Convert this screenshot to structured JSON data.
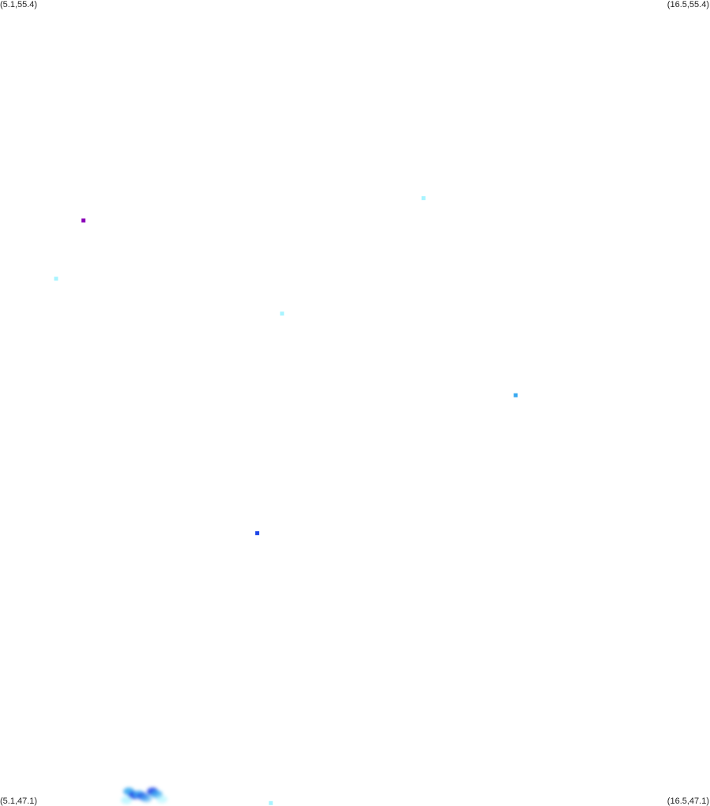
{
  "corner_labels": {
    "top_left": "(5.1,55.4)",
    "top_right": "(16.5,55.4)",
    "bottom_left": "(5.1,47.1)",
    "bottom_right": "(16.5,47.1)"
  },
  "extent": {
    "lon_min": 5.1,
    "lon_max": 16.5,
    "lat_min": 47.1,
    "lat_max": 55.4
  },
  "colors": {
    "background": "#ffffff",
    "label_text": "#222222"
  },
  "points": [
    {
      "lon": 6.44,
      "lat": 53.13,
      "color": "#8b00b8"
    },
    {
      "lon": 11.9,
      "lat": 53.36,
      "color": "#a8f4ff"
    },
    {
      "lon": 6.0,
      "lat": 52.53,
      "color": "#a8f4ff"
    },
    {
      "lon": 9.63,
      "lat": 52.17,
      "color": "#a8f4ff"
    },
    {
      "lon": 13.38,
      "lat": 51.33,
      "color": "#39a9f0"
    },
    {
      "lon": 9.23,
      "lat": 49.91,
      "color": "#1f47e8"
    },
    {
      "lon": 9.45,
      "lat": 47.13,
      "color": "#a8f4ff"
    }
  ],
  "cluster": [
    {
      "lon": 7.17,
      "lat": 47.25,
      "color": "#39a9f0",
      "intensity": 0.9
    },
    {
      "lon": 7.25,
      "lat": 47.21,
      "color": "#1f47e8",
      "intensity": 0.9
    },
    {
      "lon": 7.33,
      "lat": 47.22,
      "color": "#39a9f0",
      "intensity": 0.8
    },
    {
      "lon": 7.39,
      "lat": 47.2,
      "color": "#1f47e8",
      "intensity": 0.7
    },
    {
      "lon": 7.55,
      "lat": 47.25,
      "color": "#1f47e8",
      "intensity": 0.9
    },
    {
      "lon": 7.62,
      "lat": 47.22,
      "color": "#39a9f0",
      "intensity": 0.8
    },
    {
      "lon": 7.13,
      "lat": 47.16,
      "color": "#a8f4ff",
      "intensity": 0.7
    },
    {
      "lon": 7.45,
      "lat": 47.18,
      "color": "#39a9f0",
      "intensity": 0.6
    },
    {
      "lon": 7.7,
      "lat": 47.17,
      "color": "#a8f4ff",
      "intensity": 0.6
    }
  ]
}
